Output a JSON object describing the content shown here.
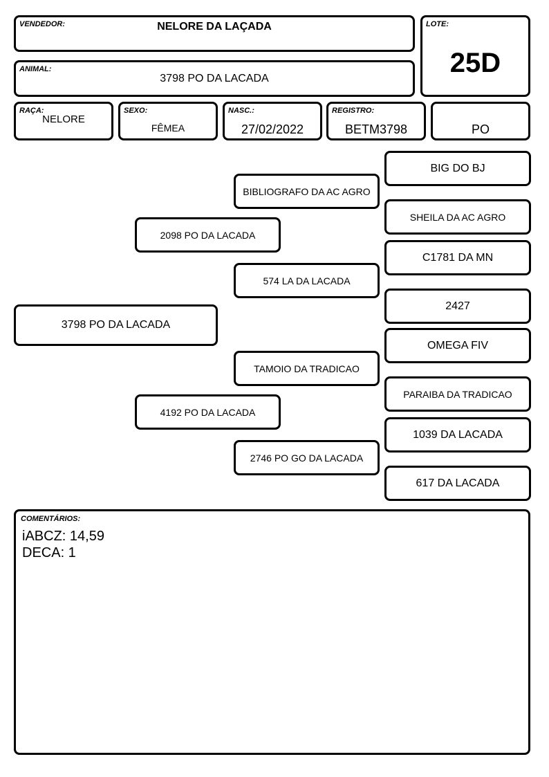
{
  "header": {
    "vendedor_label": "VENDEDOR:",
    "vendedor": "NELORE DA LAÇADA",
    "lote_label": "LOTE:",
    "lote": "25D",
    "animal_label": "ANIMAL:",
    "animal": "3798 PO DA LACADA",
    "raca_label": "RAÇA:",
    "raca": "NELORE",
    "sexo_label": "SEXO:",
    "sexo": "FÊMEA",
    "nasc_label": "NASC.:",
    "nasc": "27/02/2022",
    "registro_label": "REGISTRO:",
    "registro": "BETM3798",
    "categoria": "PO"
  },
  "pedigree": {
    "animal": "3798 PO DA LACADA",
    "sire": "2098 PO DA LACADA",
    "dam": "4192 PO DA LACADA",
    "sire_sire": "BIBLIOGRAFO DA AC AGRO",
    "sire_dam": "574 LA DA LACADA",
    "dam_sire": "TAMOIO DA TRADICAO",
    "dam_dam": "2746 PO GO DA LACADA",
    "ggp": [
      "BIG DO BJ",
      "SHEILA DA AC AGRO",
      "C1781 DA MN",
      "2427",
      "OMEGA FIV",
      "PARAIBA DA TRADICAO",
      "1039 DA LACADA",
      "617 DA LACADA"
    ]
  },
  "comments": {
    "label": "COMENTÁRIOS:",
    "line1": "iABCZ: 14,59",
    "line2": "DECA: 1"
  }
}
